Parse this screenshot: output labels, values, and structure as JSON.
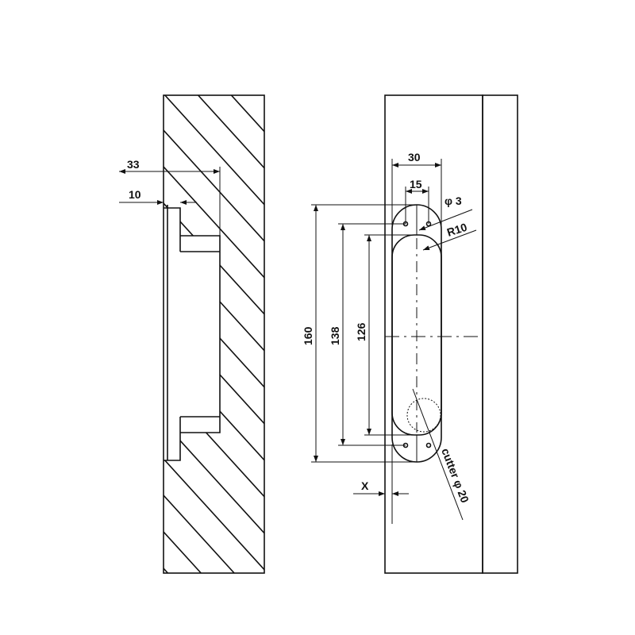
{
  "section_view": {
    "dimensions": {
      "recess_depth": "33",
      "leaf_offset": "10"
    }
  },
  "front_view": {
    "dimensions": {
      "width_outer": "30",
      "hole_spacing": "15",
      "hole_diameter": "φ 3",
      "radius": "R10",
      "length_overall": "160",
      "hole_pitch": "138",
      "slot_length": "126",
      "edge_offset": "X",
      "cutter": "cutter φ 20"
    }
  }
}
